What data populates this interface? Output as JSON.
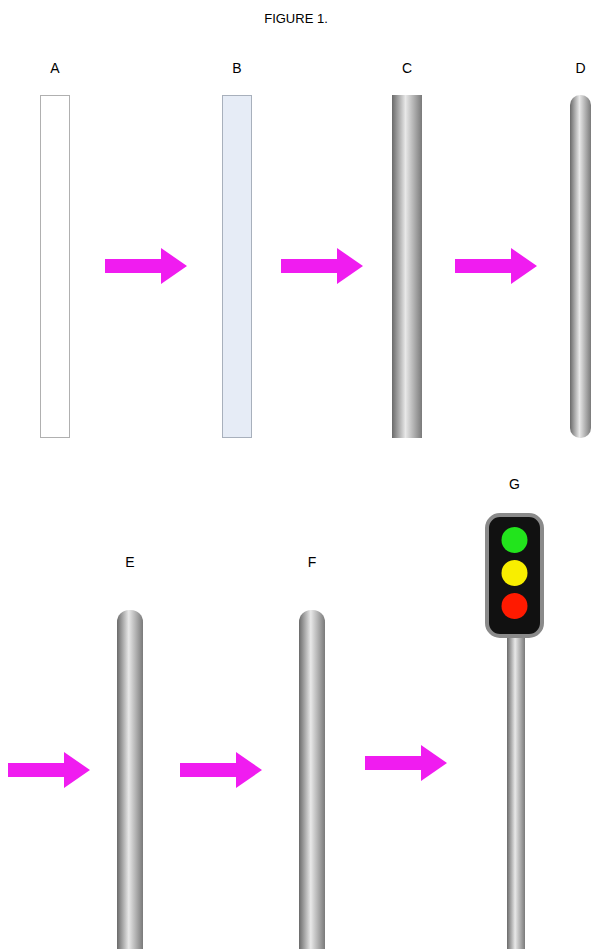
{
  "diagram": {
    "title": "FIGURE 1.",
    "nodes": [
      {
        "text": [
          "A"
        ]
      },
      {
        "text": [
          "B"
        ]
      },
      {
        "text": [
          "C"
        ]
      },
      {
        "text": [
          "D"
        ]
      },
      {
        "text": [
          "E"
        ]
      },
      {
        "text": [
          "F"
        ]
      },
      {
        "text": [
          "G"
        ]
      }
    ],
    "edges": [
      {
        "from": 0,
        "to": 1,
        "arrow": "to"
      },
      {
        "from": 1,
        "to": 2,
        "arrow": "to"
      },
      {
        "from": 2,
        "to": 3,
        "arrow": "to"
      },
      {
        "from": 3,
        "to": 4,
        "arrow": "to"
      },
      {
        "from": 4,
        "to": 5,
        "arrow": "to"
      },
      {
        "from": 5,
        "to": 6,
        "arrow": "to"
      }
    ]
  }
}
